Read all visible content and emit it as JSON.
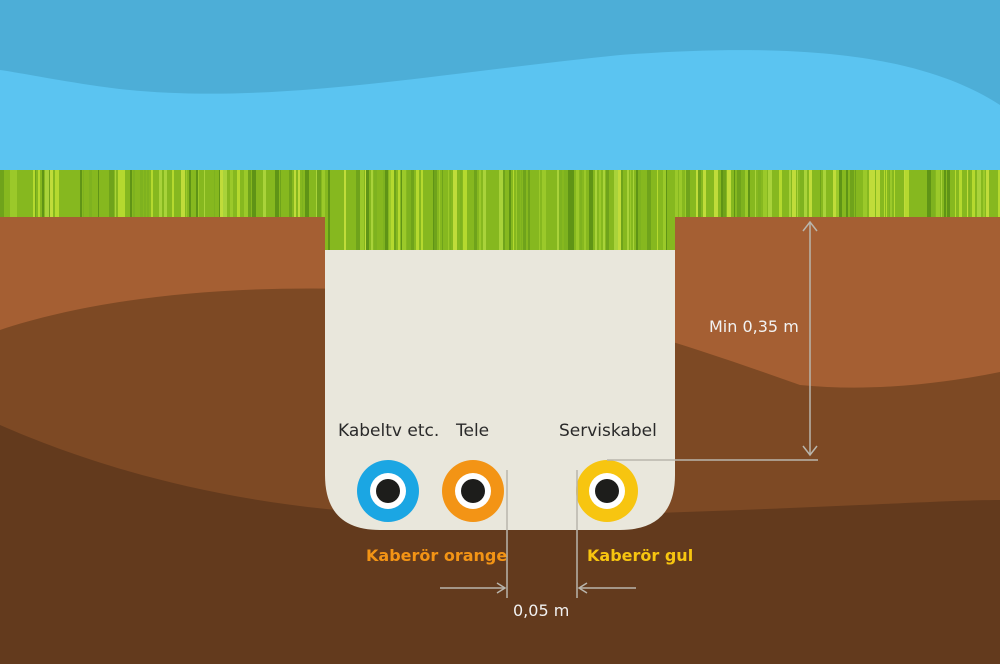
{
  "diagram": {
    "labels": {
      "kabeltv": "Kabeltv etc.",
      "tele": "Tele",
      "serviskabel": "Serviskabel",
      "depth": "Min 0,35 m",
      "spacing": "0,05 m",
      "pipe_orange": "Kaberör orange",
      "pipe_yellow": "Kaberör gul"
    },
    "colors": {
      "sky_light": "#5bc4f1",
      "sky_dark": "#4daed7",
      "grass_base": "#86b81f",
      "soil_light": "#a55f33",
      "soil_mid": "#7d4924",
      "soil_dark": "#633a1d",
      "trench_fill": "#e9e7dc",
      "pipe_blue": "#1ba6e3",
      "pipe_orange": "#f39415",
      "pipe_yellow": "#f7c510",
      "cable_core": "#1d1d1b",
      "dimension_line": "#b9b5ac"
    }
  }
}
